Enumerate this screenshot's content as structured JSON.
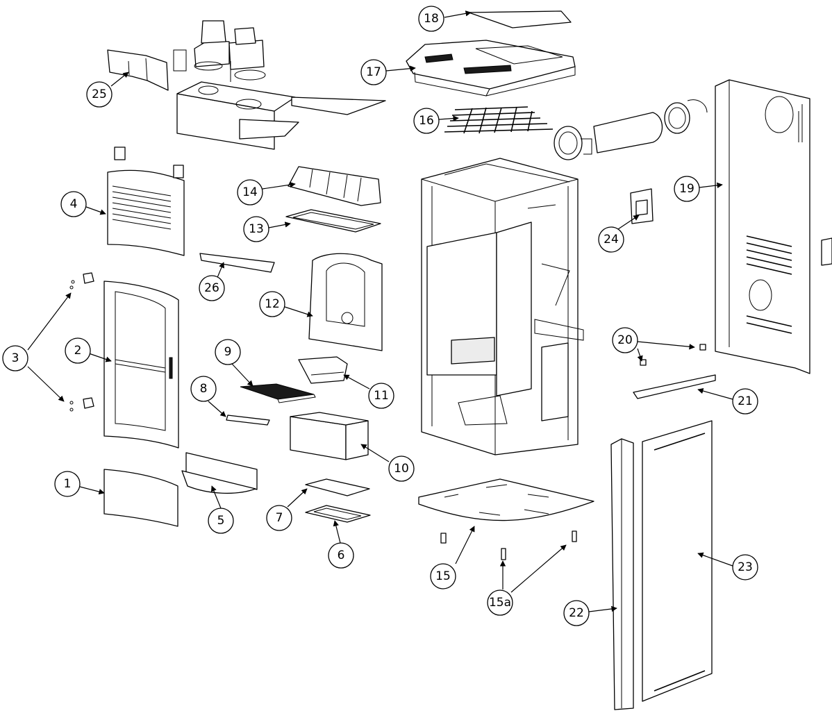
{
  "callouts": [
    {
      "label": "1"
    },
    {
      "label": "2"
    },
    {
      "label": "3"
    },
    {
      "label": "4"
    },
    {
      "label": "5"
    },
    {
      "label": "6"
    },
    {
      "label": "7"
    },
    {
      "label": "8"
    },
    {
      "label": "9"
    },
    {
      "label": "10"
    },
    {
      "label": "11"
    },
    {
      "label": "12"
    },
    {
      "label": "13"
    },
    {
      "label": "14"
    },
    {
      "label": "15"
    },
    {
      "label": "15a"
    },
    {
      "label": "16"
    },
    {
      "label": "17"
    },
    {
      "label": "18"
    },
    {
      "label": "19"
    },
    {
      "label": "20"
    },
    {
      "label": "21"
    },
    {
      "label": "22"
    },
    {
      "label": "23"
    },
    {
      "label": "24"
    },
    {
      "label": "25"
    },
    {
      "label": "26"
    }
  ]
}
